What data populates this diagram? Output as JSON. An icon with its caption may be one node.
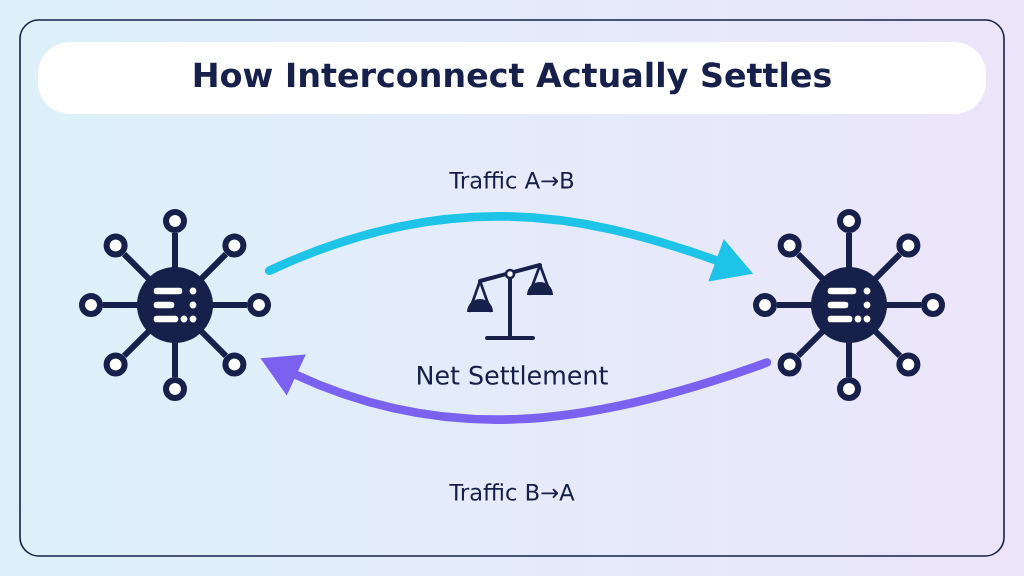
{
  "diagram": {
    "title": "How Interconnect Actually Settles",
    "nodes": [
      {
        "text": [],
        "shape": "hub"
      },
      {
        "text": [],
        "shape": "hub"
      }
    ],
    "edges": [
      {
        "from": 0,
        "to": 1,
        "arrow": "to",
        "label": "Traffic A→B",
        "color": "#1ec4e8"
      },
      {
        "from": 1,
        "to": 0,
        "arrow": "to",
        "label": "Traffic B→A",
        "color": "#7b61f0"
      }
    ],
    "labels": [
      "Net Settlement"
    ]
  }
}
